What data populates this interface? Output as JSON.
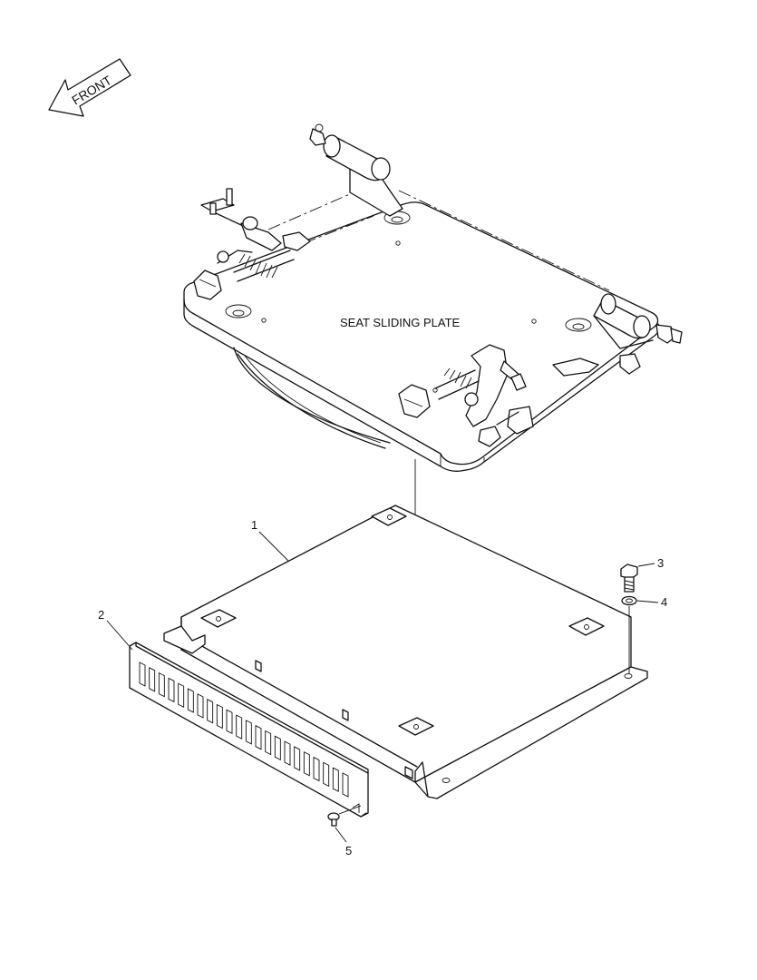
{
  "diagram": {
    "front_label": "FRONT",
    "assembly_label": "SEAT SLIDING PLATE",
    "callouts": [
      {
        "id": "1",
        "text": "1"
      },
      {
        "id": "2",
        "text": "2"
      },
      {
        "id": "3",
        "text": "3"
      },
      {
        "id": "4",
        "text": "4"
      },
      {
        "id": "5",
        "text": "5"
      }
    ]
  }
}
